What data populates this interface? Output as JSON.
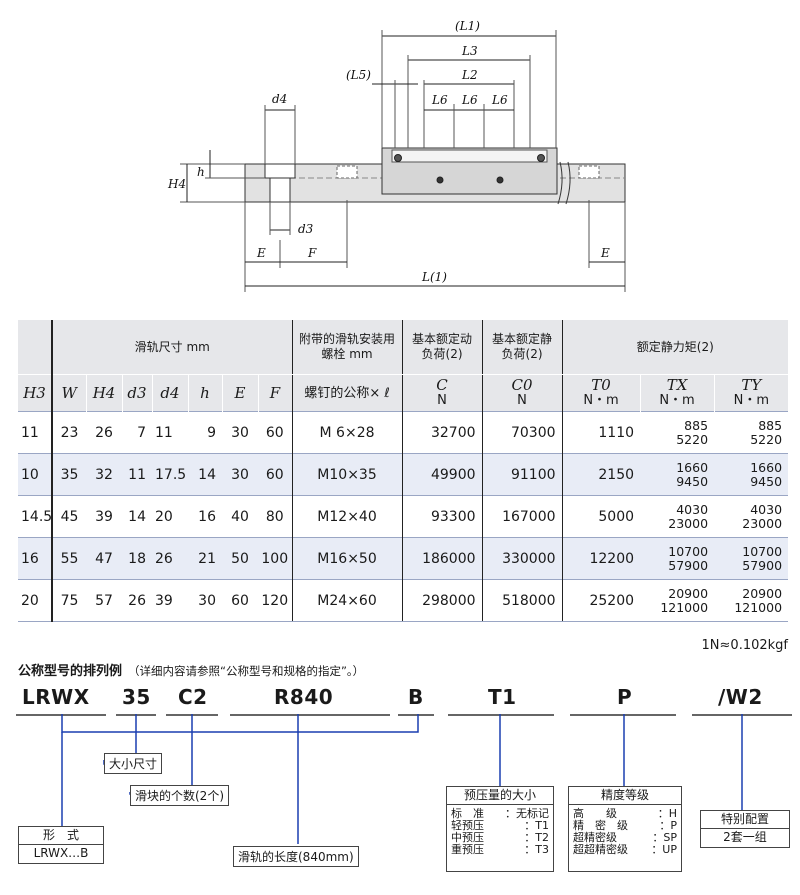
{
  "drawing": {
    "labels": {
      "L1": "(L1)",
      "L3": "L3",
      "L5": "(L5)",
      "L2": "L2",
      "L6": "L6",
      "d4": "d4",
      "H4": "H4",
      "h": "h",
      "d3": "d3",
      "E": "E",
      "F": "F",
      "L": "L(1)"
    }
  },
  "table": {
    "group_rail": "滑轨尺寸 mm",
    "group_bolt": "附带的滑轨安装用螺栓 mm",
    "group_dyn": "基本额定动负荷(2)",
    "group_stat": "基本额定静负荷(2)",
    "group_moment": "额定静力矩(2)",
    "bolt_sub": "螺钉的公称× ℓ",
    "sym": {
      "H3": "H3",
      "W": "W",
      "H4": "H4",
      "d3": "d3",
      "d4": "d4",
      "h": "h",
      "E": "E",
      "F": "F",
      "C": "C",
      "C0": "C0",
      "T0": "T0",
      "TX": "TX",
      "TY": "TY"
    },
    "units": {
      "C": "N",
      "C0": "N",
      "T0": "N・m",
      "TX": "N・m",
      "TY": "N・m"
    },
    "rows": [
      {
        "H3": "11",
        "W": "23",
        "H4": "26",
        "d3": "7",
        "d4": "11",
        "h": "9",
        "E": "30",
        "F": "60",
        "bolt": "M 6×28",
        "C": "32700",
        "C0": "70300",
        "T0": "1110",
        "TX1": "885",
        "TX2": "5220",
        "TY1": "885",
        "TY2": "5220"
      },
      {
        "H3": "10",
        "W": "35",
        "H4": "32",
        "d3": "11",
        "d4": "17.5",
        "h": "14",
        "E": "30",
        "F": "60",
        "bolt": "M10×35",
        "C": "49900",
        "C0": "91100",
        "T0": "2150",
        "TX1": "1660",
        "TX2": "9450",
        "TY1": "1660",
        "TY2": "9450"
      },
      {
        "H3": "14.5",
        "W": "45",
        "H4": "39",
        "d3": "14",
        "d4": "20",
        "h": "16",
        "E": "40",
        "F": "80",
        "bolt": "M12×40",
        "C": "93300",
        "C0": "167000",
        "T0": "5000",
        "TX1": "4030",
        "TX2": "23000",
        "TY1": "4030",
        "TY2": "23000"
      },
      {
        "H3": "16",
        "W": "55",
        "H4": "47",
        "d3": "18",
        "d4": "26",
        "h": "21",
        "E": "50",
        "F": "100",
        "bolt": "M16×50",
        "C": "186000",
        "C0": "330000",
        "T0": "12200",
        "TX1": "10700",
        "TX2": "57900",
        "TY1": "10700",
        "TY2": "57900"
      },
      {
        "H3": "20",
        "W": "75",
        "H4": "57",
        "d3": "26",
        "d4": "39",
        "h": "30",
        "E": "60",
        "F": "120",
        "bolt": "M24×60",
        "C": "298000",
        "C0": "518000",
        "T0": "25200",
        "TX1": "20900",
        "TX2": "121000",
        "TY1": "20900",
        "TY2": "121000"
      }
    ]
  },
  "note": "1N≈0.102kgf",
  "example": {
    "title": "公称型号的排列例",
    "subtitle": "（详细内容请参照“公称型号和规格的指定”。）",
    "codes": [
      "LRWX",
      "35",
      "C2",
      "R840",
      "B",
      "T1",
      "P",
      "/W2"
    ],
    "size_label": "大小尺寸",
    "slider_count": "滑块的个数(2个)",
    "form_title": "形　式",
    "form_value": "LRWX…B",
    "rail_length": "滑轨的长度(840mm)",
    "preload_title": "预压量的大小",
    "preload_rows": [
      {
        "k": "标　准",
        "v": "：无标记"
      },
      {
        "k": "轻预压",
        "v": "：T1"
      },
      {
        "k": "中预压",
        "v": "：T2"
      },
      {
        "k": "重预压",
        "v": "：T3"
      }
    ],
    "precision_title": "精度等级",
    "precision_rows": [
      {
        "k": "高　　级",
        "v": "：H"
      },
      {
        "k": "精　密　级",
        "v": "：P"
      },
      {
        "k": "超精密级",
        "v": "：SP"
      },
      {
        "k": "超超精密级",
        "v": "：UP"
      }
    ],
    "special_title": "特别配置",
    "special_value": "2套一组"
  }
}
